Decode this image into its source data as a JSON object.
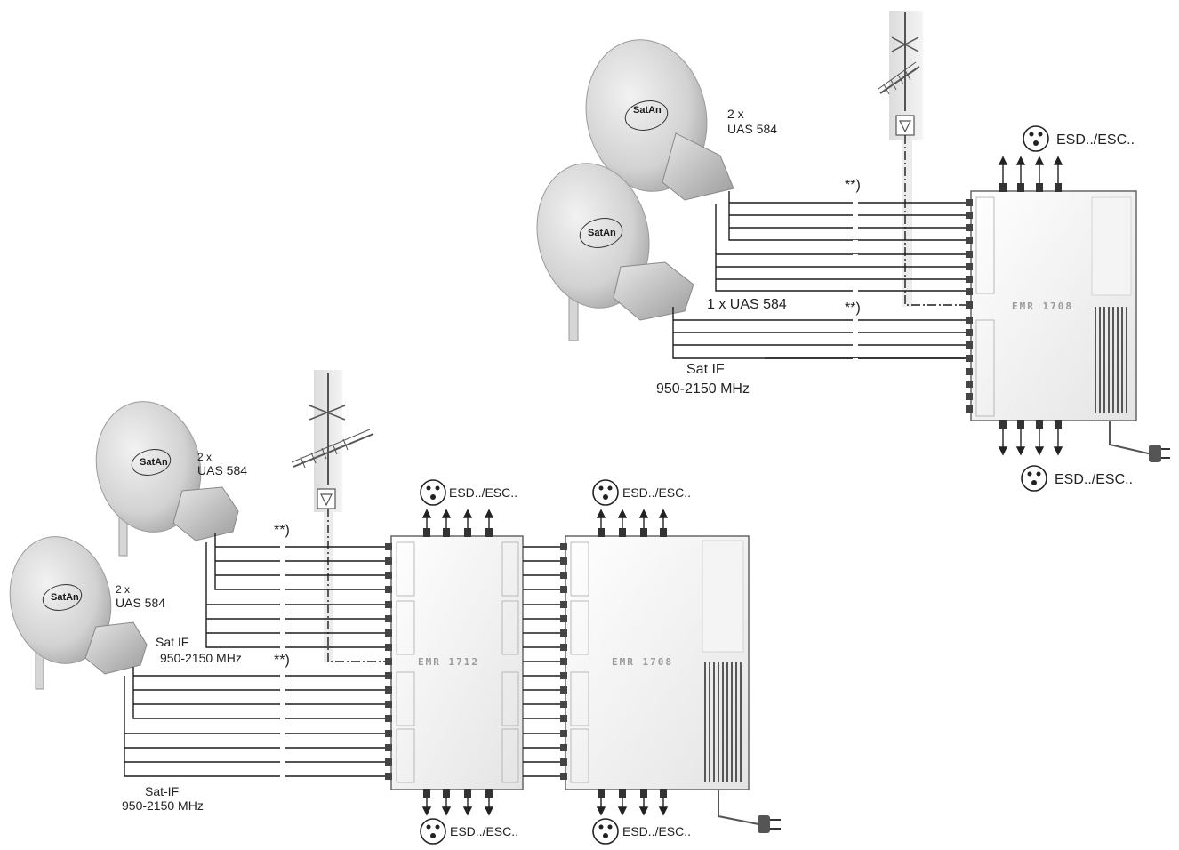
{
  "top_system": {
    "lnb_label_1": "2 x",
    "lnb_label_2": "UAS 584",
    "lnb_label_3": "1 x UAS 584",
    "satif_label_1": "Sat IF",
    "satif_label_2": "950-2150 MHz",
    "note_1": "**)",
    "note_2": "**)",
    "outputs_top": "ESD../ESC..",
    "outputs_bottom": "ESD../ESC..",
    "switch_model": "EMR 1708",
    "dish_brand_1": "SatAn",
    "dish_brand_2": "SatAn"
  },
  "bottom_system": {
    "lnb_label_a1": "2 x",
    "lnb_label_a2": "UAS 584",
    "lnb_label_b1": "2 x",
    "lnb_label_b2": "UAS 584",
    "satif_label_1": "Sat IF",
    "satif_label_2": "950-2150 MHz",
    "satif_label_3": "Sat-IF",
    "satif_label_4": "950-2150 MHz",
    "note_1": "**)",
    "note_2": "**)",
    "switch1_outputs_top": "ESD../ESC..",
    "switch1_outputs_bottom": "ESD../ESC..",
    "switch2_outputs_top": "ESD../ESC..",
    "switch2_outputs_bottom": "ESD../ESC..",
    "switch1_model": "EMR 1712",
    "switch2_model": "EMR 1708",
    "dish_brand_1": "SatAn",
    "dish_brand_2": "SatAn"
  }
}
